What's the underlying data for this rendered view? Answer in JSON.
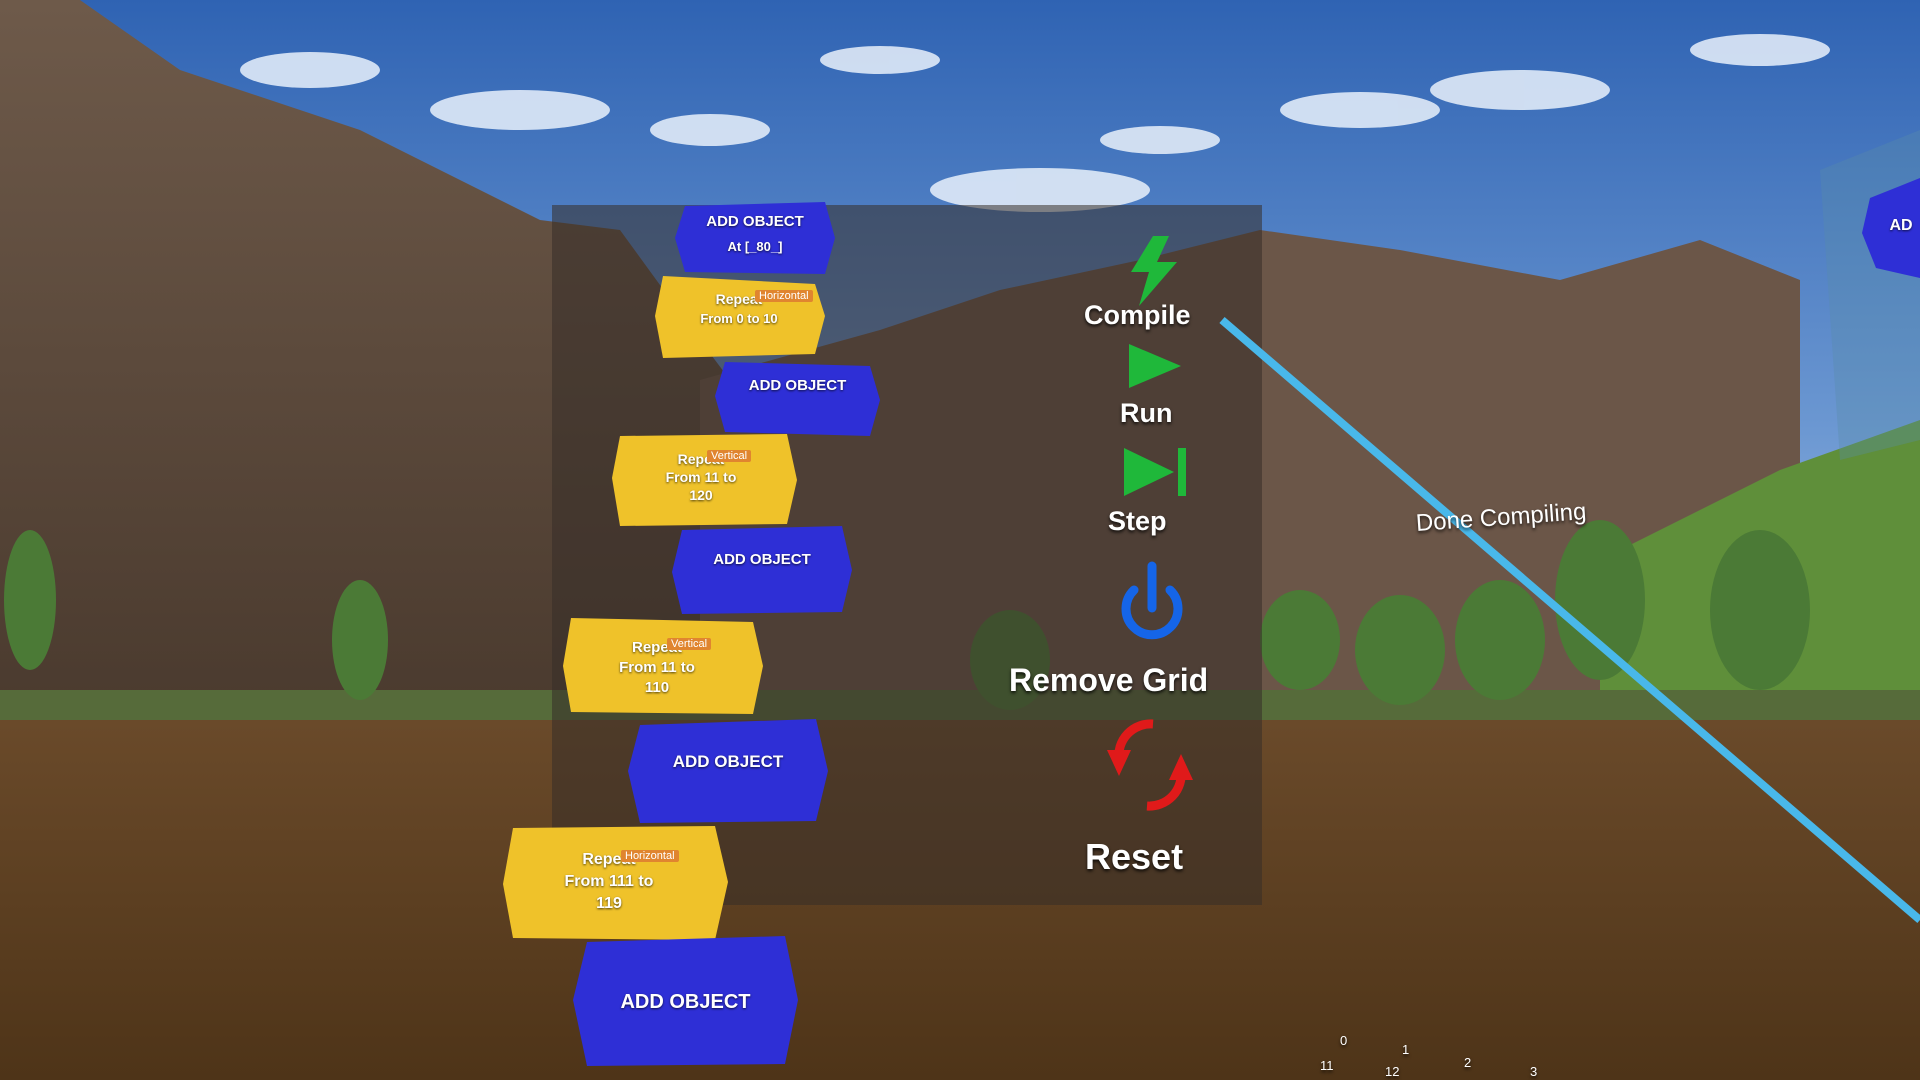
{
  "program_blocks": [
    {
      "type": "add",
      "label": "ADD OBJECT",
      "sub": "At [_80_]"
    },
    {
      "type": "repeat",
      "label": "Repeat",
      "range": "From 0 to 10",
      "tag": "Horizontal"
    },
    {
      "type": "add",
      "label": "ADD OBJECT",
      "sub": ""
    },
    {
      "type": "repeat",
      "label": "Repeat",
      "range": "From 11 to",
      "range2": "120",
      "tag": "Vertical"
    },
    {
      "type": "add",
      "label": "ADD OBJECT",
      "sub": ""
    },
    {
      "type": "repeat",
      "label": "Repeat",
      "range": "From 11 to",
      "range2": "110",
      "tag": "Vertical"
    },
    {
      "type": "add",
      "label": "ADD OBJECT",
      "sub": ""
    },
    {
      "type": "repeat",
      "label": "Repeat",
      "range": "From 111 to",
      "range2": "119",
      "tag": "Horizontal"
    },
    {
      "type": "add",
      "label": "ADD OBJECT",
      "sub": ""
    }
  ],
  "controls": {
    "compile": "Compile",
    "run": "Run",
    "step": "Step",
    "remove_grid": "Remove Grid",
    "reset": "Reset"
  },
  "status": "Done Compiling",
  "right_panel_peek": "AD",
  "grid_labels": [
    "0",
    "1",
    "2",
    "3",
    "11",
    "12"
  ],
  "colors": {
    "add_block": "#2e2fd6",
    "repeat_block": "#efc22a",
    "compile_icon": "#1fb83a",
    "run_icon": "#1fb83a",
    "remove_grid_icon": "#1565e8",
    "reset_icon": "#e01a1a",
    "pointer_ray": "#49b8ea"
  },
  "icons": {
    "compile": "lightning-bolt-icon",
    "run": "play-icon",
    "step": "step-forward-icon",
    "remove_grid": "power-icon",
    "reset": "refresh-icon"
  }
}
